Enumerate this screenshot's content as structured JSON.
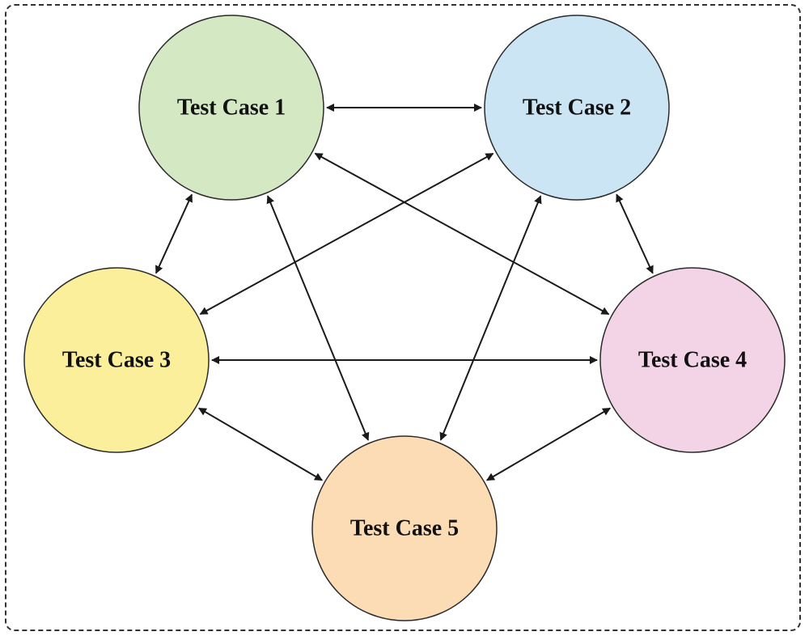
{
  "nodes": [
    {
      "id": "tc1",
      "label": "Test Case 1",
      "fill": "#d5e8c4",
      "stroke": "#2b2b2b"
    },
    {
      "id": "tc2",
      "label": "Test Case 2",
      "fill": "#cce5f5",
      "stroke": "#2b2b2b"
    },
    {
      "id": "tc3",
      "label": "Test Case 3",
      "fill": "#fbef9c",
      "stroke": "#2b2b2b"
    },
    {
      "id": "tc4",
      "label": "Test Case 4",
      "fill": "#f2d4e6",
      "stroke": "#2b2b2b"
    },
    {
      "id": "tc5",
      "label": "Test Case 5",
      "fill": "#fcdcb4",
      "stroke": "#2b2b2b"
    }
  ],
  "edges": [
    {
      "from": "tc1",
      "to": "tc2",
      "type": "bidirectional"
    },
    {
      "from": "tc1",
      "to": "tc3",
      "type": "bidirectional"
    },
    {
      "from": "tc1",
      "to": "tc4",
      "type": "bidirectional"
    },
    {
      "from": "tc1",
      "to": "tc5",
      "type": "bidirectional"
    },
    {
      "from": "tc2",
      "to": "tc3",
      "type": "bidirectional"
    },
    {
      "from": "tc2",
      "to": "tc4",
      "type": "bidirectional"
    },
    {
      "from": "tc2",
      "to": "tc5",
      "type": "bidirectional"
    },
    {
      "from": "tc3",
      "to": "tc4",
      "type": "bidirectional"
    },
    {
      "from": "tc3",
      "to": "tc5",
      "type": "bidirectional"
    },
    {
      "from": "tc4",
      "to": "tc5",
      "type": "bidirectional"
    }
  ],
  "colors": {
    "edge": "#1a1a1a",
    "frame": "#333333"
  }
}
